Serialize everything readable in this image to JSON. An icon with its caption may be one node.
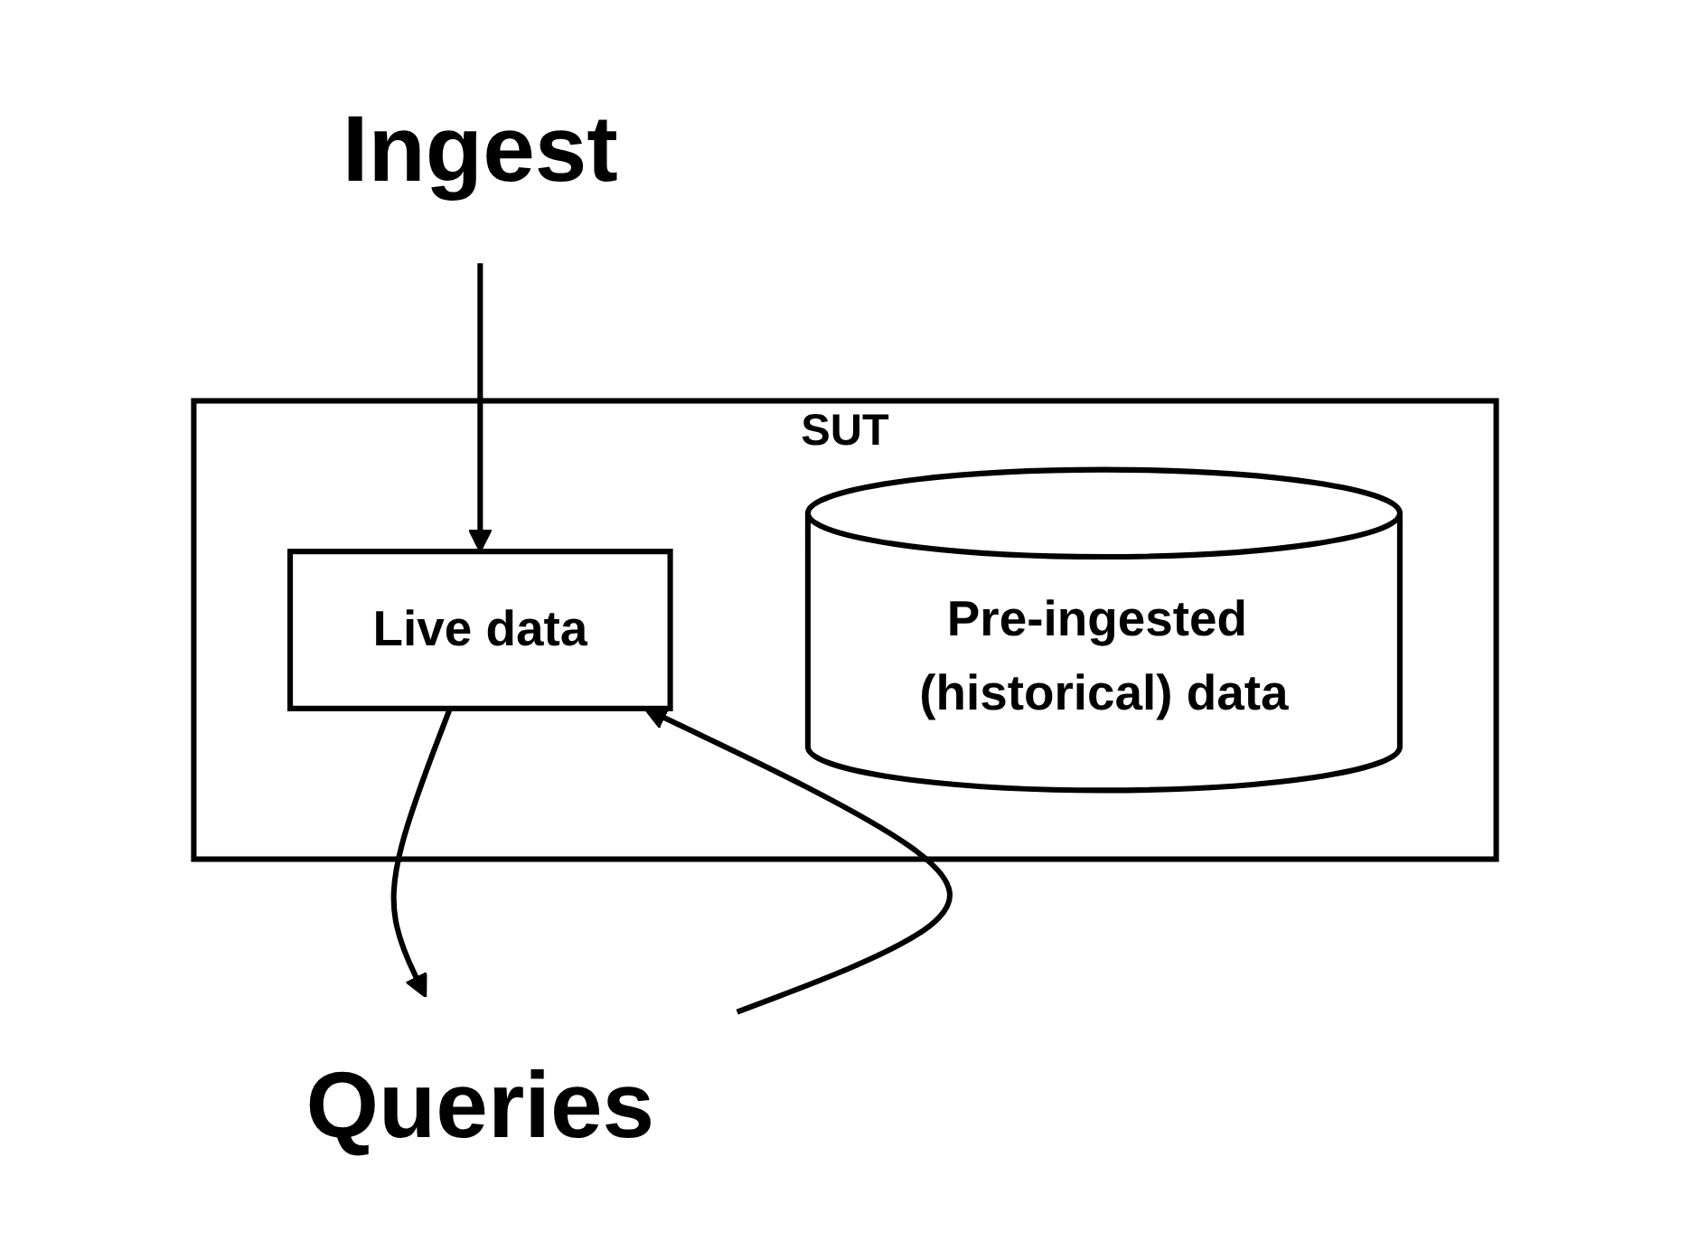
{
  "diagram": {
    "nodes": [
      {
        "text": [
          "Ingest"
        ]
      },
      {
        "text": [
          "SUT"
        ]
      },
      {
        "text": [
          "Live data"
        ],
        "in": 1
      },
      {
        "text": [
          "Pre-ingested (historical) data"
        ],
        "in": 1
      },
      {
        "text": [
          "Queries"
        ]
      }
    ],
    "edges": [
      {
        "from": 0,
        "to": 2,
        "arrow": "to"
      },
      {
        "from": 4,
        "to": 2,
        "arrow": "to"
      },
      {
        "from": 2,
        "to": 4,
        "arrow": "to"
      }
    ]
  }
}
